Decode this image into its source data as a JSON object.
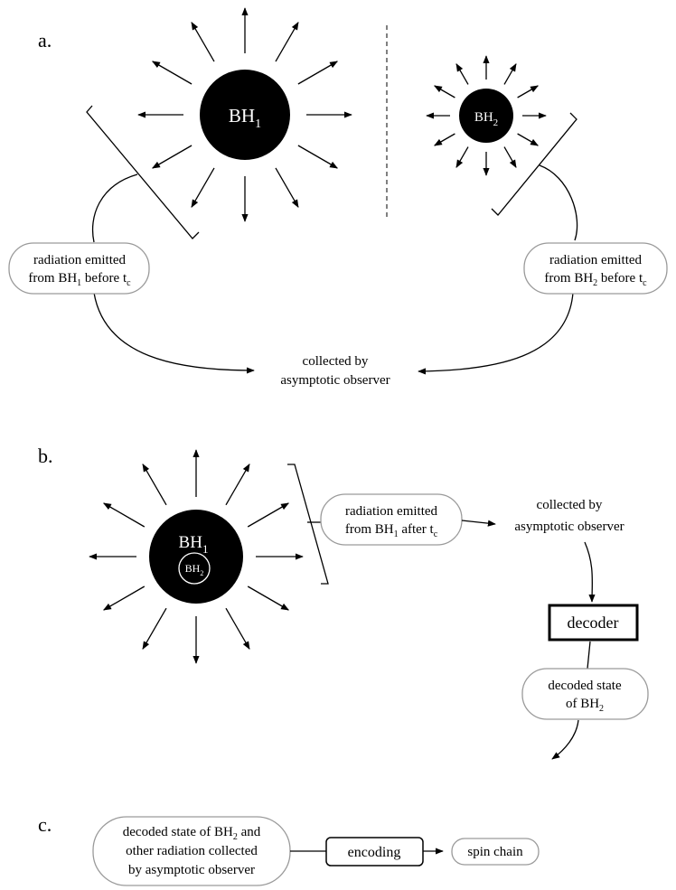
{
  "panels": {
    "a": "a.",
    "b": "b.",
    "c": "c."
  },
  "bh": {
    "base": "BH",
    "sub1": "1",
    "sub2": "2"
  },
  "labels": {
    "radiation_emitted": "radiation emitted",
    "from": "from BH",
    "before_t": " before t",
    "after_t": " after t",
    "t_sub": "c",
    "collected_by": "collected by",
    "asymptotic_observer": "asymptotic observer",
    "decoder": "decoder",
    "decoded_state": "decoded state",
    "of_bh": "of BH",
    "decoded_state_of_bh": "decoded state of BH",
    "and": " and",
    "other_radiation_collected": "other radiation collected",
    "by_asymptotic_observer": "by asymptotic observer",
    "encoding": "encoding",
    "spin_chain": "spin chain"
  }
}
